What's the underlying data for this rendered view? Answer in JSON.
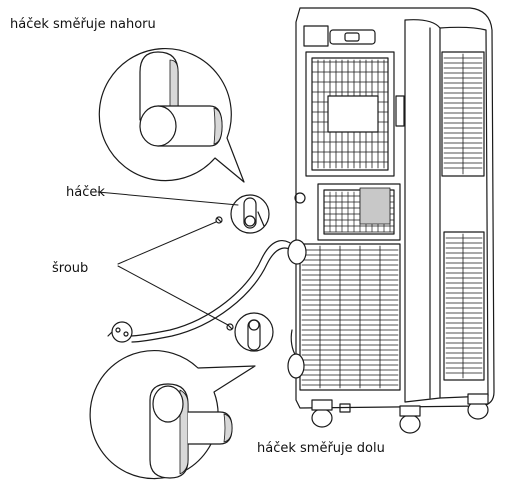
{
  "labels": {
    "hook_up": "háček směřuje nahoru",
    "hook": "háček",
    "screw": "šroub",
    "hook_down": "háček směřuje dolu"
  },
  "colors": {
    "stroke": "#1a1a1a",
    "fill": "#ffffff",
    "shade": "#d8d8d8"
  }
}
